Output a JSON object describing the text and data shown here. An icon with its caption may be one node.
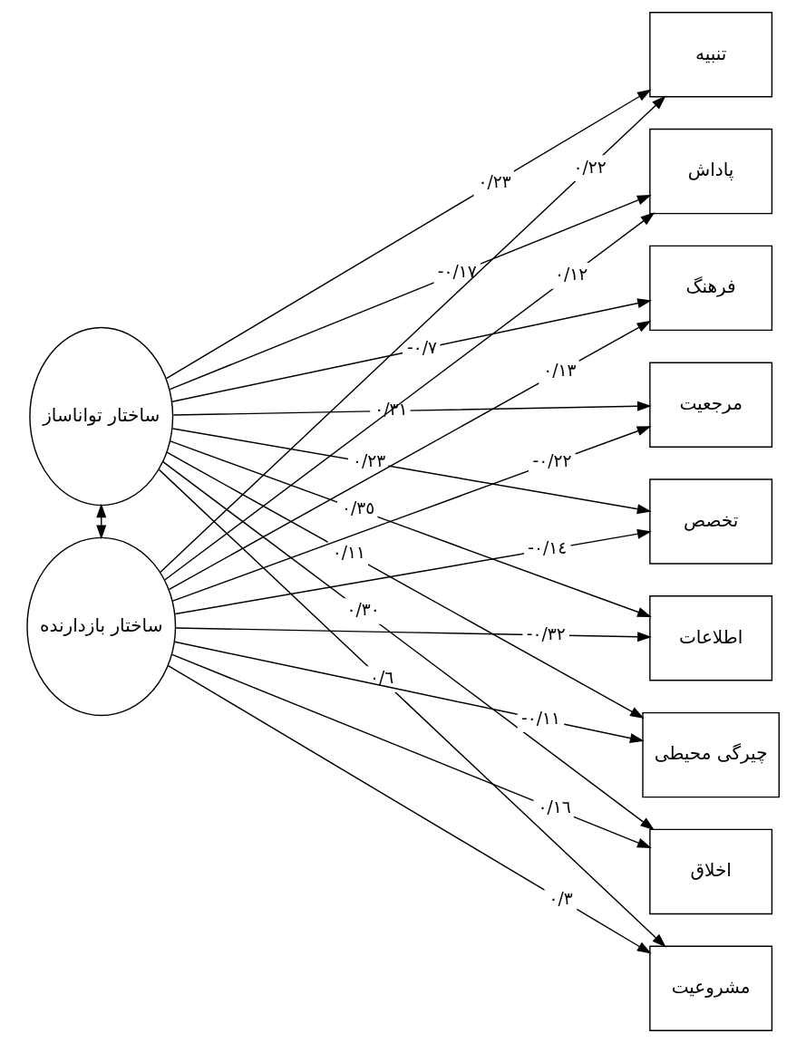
{
  "diagram": {
    "nodes": [
      {
        "text": [
          "ساختار توانا‌ساز"
        ]
      },
      {
        "text": [
          "تنبیه"
        ]
      },
      {
        "text": [
          "پاداش"
        ]
      },
      {
        "text": [
          "فرهنگ"
        ]
      },
      {
        "text": [
          "مرجعیت"
        ]
      },
      {
        "text": [
          "تخصص"
        ]
      },
      {
        "text": [
          "اطلاعات"
        ]
      },
      {
        "text": [
          "چیرگی محیطی"
        ]
      },
      {
        "text": [
          "اخلاق"
        ]
      },
      {
        "text": [
          "مشروعیت"
        ]
      },
      {
        "text": [
          "ساختار بازدارنده"
        ]
      }
    ],
    "edges": [
      {
        "from": 0,
        "to": 1,
        "arrow": "to",
        "label": "٠/٢٣"
      },
      {
        "from": 0,
        "to": 2,
        "arrow": "to",
        "label": "-٠/١٧"
      },
      {
        "from": 0,
        "to": 3,
        "arrow": "to",
        "label": "-٠/٧"
      },
      {
        "from": 0,
        "to": 4,
        "arrow": "to",
        "label": "٠/٣١"
      },
      {
        "from": 0,
        "to": 5,
        "arrow": "to",
        "label": "٠/٢٣"
      },
      {
        "from": 0,
        "to": 6,
        "arrow": "to",
        "label": "٠/٣٥"
      },
      {
        "from": 0,
        "to": 7,
        "arrow": "to",
        "label": "٠/١١"
      },
      {
        "from": 0,
        "to": 8,
        "arrow": "to",
        "label": "٠/٣٠"
      },
      {
        "from": 0,
        "to": 9,
        "arrow": "to",
        "label": "٠/٦"
      },
      {
        "from": 10,
        "to": 0,
        "arrow": "both"
      },
      {
        "from": 10,
        "to": 1,
        "arrow": "to",
        "label": "٠/٢٢"
      },
      {
        "from": 10,
        "to": 2,
        "arrow": "to",
        "label": "٠/١٢"
      },
      {
        "from": 10,
        "to": 3,
        "arrow": "to",
        "label": "٠/١٣"
      },
      {
        "from": 10,
        "to": 4,
        "arrow": "to",
        "label": "-٠/٢٢"
      },
      {
        "from": 10,
        "to": 5,
        "arrow": "to",
        "label": "-٠/١٤"
      },
      {
        "from": 10,
        "to": 6,
        "arrow": "to",
        "label": "-٠/٣٢"
      },
      {
        "from": 10,
        "to": 7,
        "arrow": "to",
        "label": "-٠/١١"
      },
      {
        "from": 10,
        "to": 8,
        "arrow": "to",
        "label": "٠/١٦"
      },
      {
        "from": 10,
        "to": 9,
        "arrow": "to",
        "label": "٠/٣"
      }
    ]
  }
}
